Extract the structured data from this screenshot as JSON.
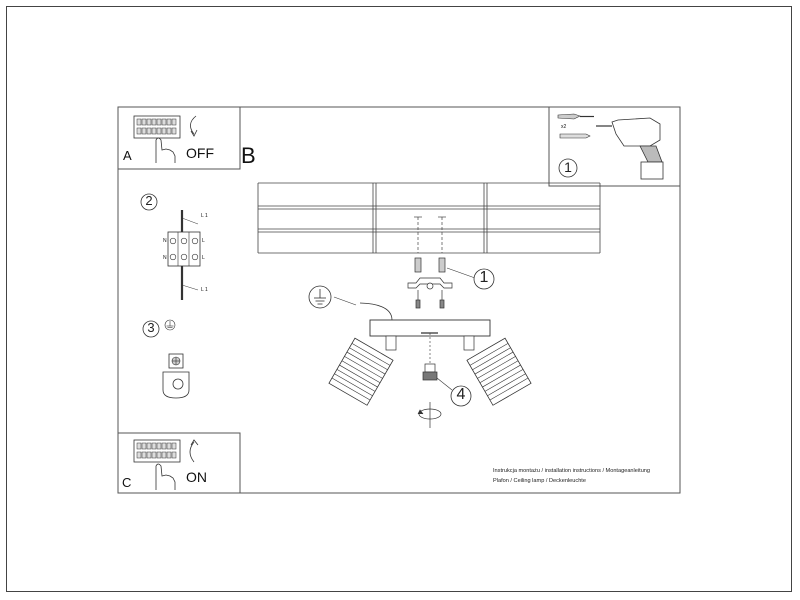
{
  "panels": {
    "a": {
      "letter": "A",
      "action": "OFF"
    },
    "b": {
      "letter": "B"
    },
    "c": {
      "letter": "C",
      "action": "ON"
    }
  },
  "steps": {
    "tools": "1",
    "wiring": "2",
    "ground": "3",
    "mount_bracket": "1",
    "screw": "4"
  },
  "wiring_labels": {
    "l1_top": "L 1",
    "l1_bottom": "L 1",
    "n": "N",
    "l": "L",
    "qty": "x2"
  },
  "caption": {
    "line1": "Instrukcja montażu / installation instructions / Montageanleitung",
    "line2": "Plafon / Ceiling lamp / Deckenleuchte"
  }
}
